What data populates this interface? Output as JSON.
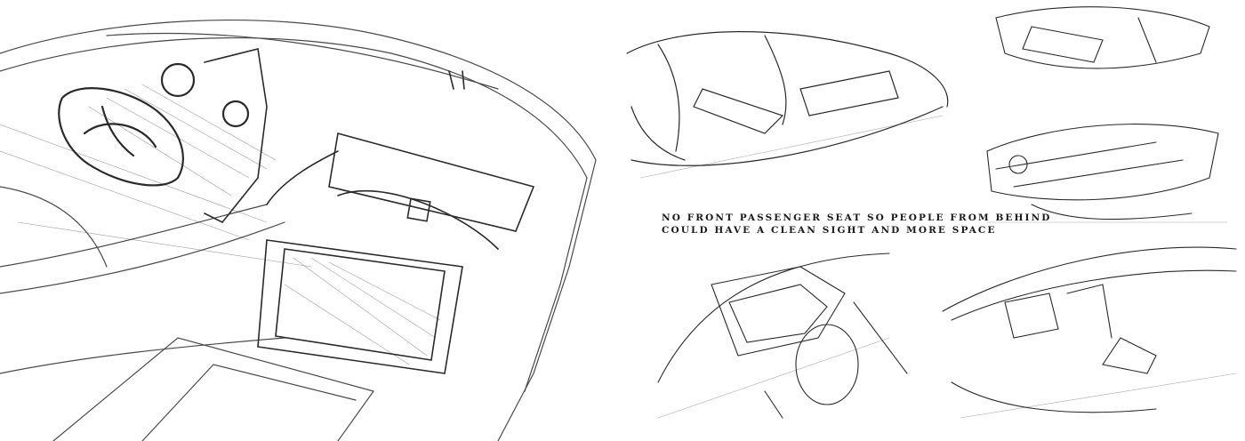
{
  "caption": {
    "line1": "NO FRONT PASSENGER SEAT SO PEOPLE FROM BEHIND",
    "line2": "COULD HAVE A CLEAN SIGHT AND MORE SPACE"
  },
  "sketches": [
    {
      "id": "main-cockpit-perspective",
      "subject": "driver cockpit with steering wheel, dashboard and center console"
    },
    {
      "id": "rear-seats-view",
      "subject": "interior seating perspective"
    },
    {
      "id": "top-right-thumbnail",
      "subject": "interior overview"
    },
    {
      "id": "mid-right-thumbnail",
      "subject": "dashboard detail"
    },
    {
      "id": "bottom-center-dashboard",
      "subject": "steering and dashboard"
    },
    {
      "id": "bottom-right-interior",
      "subject": "rear interior view"
    }
  ],
  "colors": {
    "background": "#ffffff",
    "ink": "#222222",
    "light_ink": "#9a9a9a"
  }
}
